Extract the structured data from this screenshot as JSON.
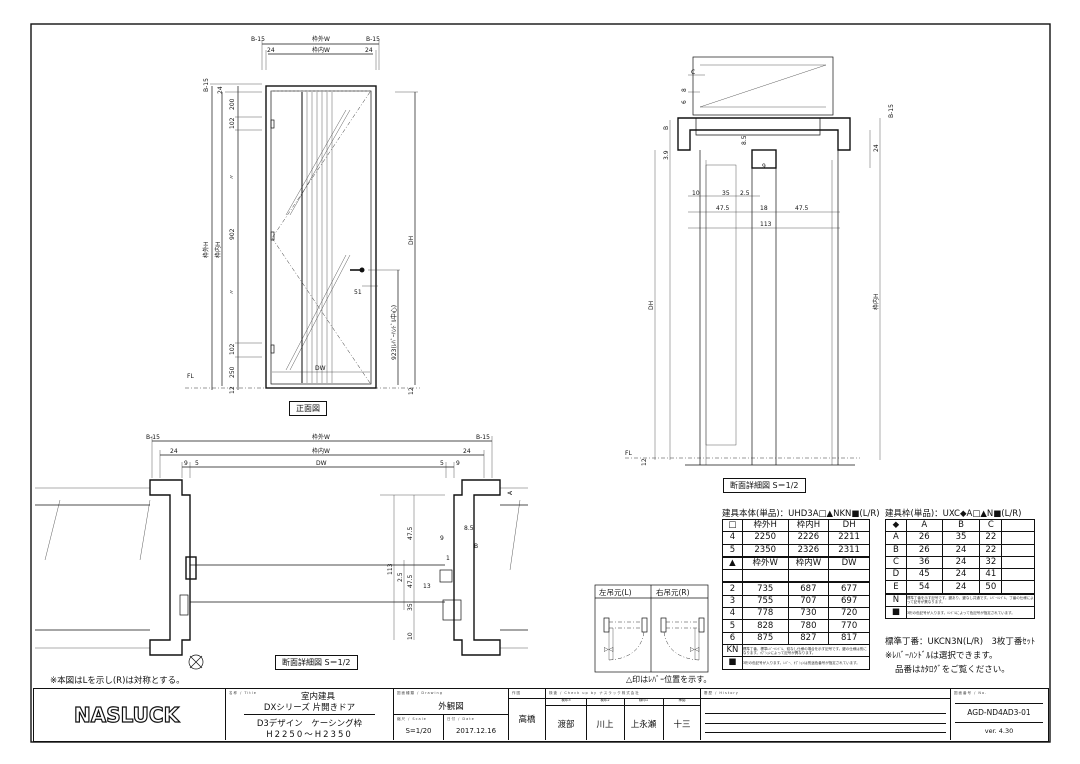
{
  "front_view": {
    "caption": "正面図",
    "top_dims": [
      "B-15",
      "枠外W",
      "B-15",
      "24",
      "枠内W",
      "24"
    ],
    "left_dims": [
      "B-15",
      "24",
      "200",
      "102",
      "〃",
      "902",
      "〃",
      "102",
      "250",
      "12",
      "枠外H",
      "枠内H"
    ],
    "right_dims": [
      "DH",
      "51",
      "923(ﾚﾊﾞｰﾊﾝﾄﾞﾙ中心)",
      "12"
    ],
    "bottom_dims": [
      "DW"
    ],
    "floor_label": "FL"
  },
  "plan_section": {
    "caption": "断面詳細図 S＝1/2",
    "top_dims": [
      "B-15",
      "枠外W",
      "B-15",
      "24",
      "枠内W",
      "24",
      "9",
      "5",
      "DW",
      "5",
      "9"
    ],
    "detail_dims": [
      "47.5",
      "113",
      "2.5",
      "35",
      "47.5",
      "10",
      "9",
      "8.5",
      "A",
      "B",
      "1",
      "13"
    ]
  },
  "vertical_section": {
    "caption": "断面詳細図 S＝1/2",
    "dims": [
      "C",
      "8",
      "6",
      "B",
      "3.9",
      "8.5",
      "9",
      "10",
      "35",
      "2.5",
      "18",
      "47.5",
      "47.5",
      "113",
      "DH",
      "枠内H",
      "24",
      "B-15",
      "12"
    ],
    "floor_label": "FL"
  },
  "footnote": "※本図はLを示し(R)は対称とする。",
  "hinge_legend": {
    "left": "左吊元(L)",
    "right": "右吊元(R)",
    "note": "△印はﾚﾊﾞｰ位置を示す。"
  },
  "door_table": {
    "title": "建具本体(単品)：UHD3A□▲NKN■(L/R)",
    "height_header": [
      "□",
      "枠外H",
      "枠内H",
      "DH"
    ],
    "height_rows": [
      [
        "4",
        "2250",
        "2226",
        "2211"
      ],
      [
        "5",
        "2350",
        "2326",
        "2311"
      ]
    ],
    "width_header": [
      "▲",
      "枠外W",
      "枠内W",
      "DW"
    ],
    "width_rows": [
      [
        "2",
        "735",
        "687",
        "677"
      ],
      [
        "3",
        "755",
        "707",
        "697"
      ],
      [
        "4",
        "778",
        "730",
        "720"
      ],
      [
        "5",
        "828",
        "780",
        "770"
      ],
      [
        "6",
        "875",
        "827",
        "817"
      ]
    ],
    "kn_label": "KN",
    "kn_note": "標準丁番、標準ﾚﾊﾞｰﾊﾝﾄﾞﾙ、錠なし仕様の場合を示す記号です。鍵の仕様は別になります。ｵﾌﾟｼｮﾝによって記号が異なります。",
    "sq_label": "■",
    "sq_note": "3桁の色記号が入ります。ﾚﾊﾞｰ、ｵﾌﾟｼｮﾝは別途色番号が指定されています。"
  },
  "frame_table": {
    "title": "建具枠(単品)：UXC◆A□▲N■(L/R)",
    "header": [
      "◆",
      "A",
      "B",
      "C"
    ],
    "rows": [
      [
        "A",
        "26",
        "35",
        "22"
      ],
      [
        "B",
        "26",
        "24",
        "22"
      ],
      [
        "C",
        "36",
        "24",
        "32"
      ],
      [
        "D",
        "45",
        "24",
        "41"
      ],
      [
        "E",
        "54",
        "24",
        "50"
      ]
    ],
    "n_label": "N",
    "n_note": "標準丁番を示す記号です。鍵あり、鍵なし共通です。ﾚﾊﾞｰﾊﾝﾄﾞﾙ、丁番の仕様によって記号が異なります。",
    "sq_label": "■",
    "sq_note": "3桁の色記号が入ります。ﾊﾝﾄﾞﾙによって色記号が指定されています。"
  },
  "notes": [
    "標準丁番：UKCN3N(L/R)　3枚丁番ｾｯﾄ",
    "※ﾚﾊﾞｰﾊﾝﾄﾞﾙは選択できます。",
    "品番はｶﾀﾛｸﾞをご覧ください。"
  ],
  "title_block": {
    "logo": "NASLUCK",
    "title_label": "名称 / Title",
    "title_line1": "室内建具",
    "title_line2": "DXシリーズ 片開きドア",
    "title_line3": "D3デザイン　ケーシング枠",
    "title_line4": "H2250～H2350",
    "drawing_label": "図面種類 / Drawing",
    "drawing": "外観図",
    "scale_label": "縮尺 / Scale",
    "scale": "S=1/20",
    "date_label": "日付 / Date",
    "date": "2017.12.16",
    "drawn_label": "作図",
    "drawn_by": "高橋",
    "check_label": "検査 / Check up by ナスラック株式会社",
    "checkers": [
      {
        "role": "検印3",
        "name": "渡部"
      },
      {
        "role": "検印2",
        "name": "川上"
      },
      {
        "role": "検印1",
        "name": "上永瀬"
      },
      {
        "role": "承認",
        "name": "十三"
      }
    ],
    "history_label": "履歴 / History",
    "number_label": "図面番号 / No.",
    "number": "AGD-ND4AD3-01",
    "version": "ver. 4.30"
  }
}
